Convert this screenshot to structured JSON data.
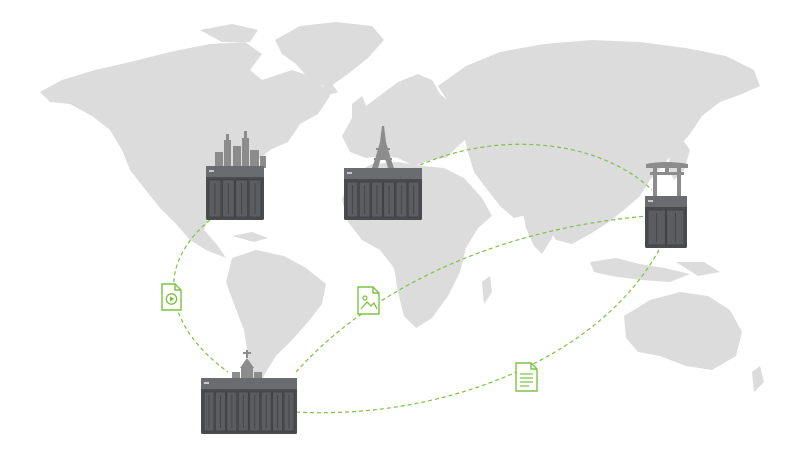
{
  "colors": {
    "background": "#ffffff",
    "land": "#dcdcdc",
    "link": "#7dc242",
    "nas_body": "#4a4b4d",
    "nas_bay": "#5c5d60",
    "nas_top": "#6b6c6f",
    "landmark": "#8c8c8c"
  },
  "sites": [
    {
      "name": "nas-north-america",
      "landmark": "skyscrapers-icon",
      "bays": 4
    },
    {
      "name": "nas-europe",
      "landmark": "eiffel-tower-icon",
      "bays": 6
    },
    {
      "name": "nas-east-asia",
      "landmark": "torii-gate-icon",
      "bays": 2
    },
    {
      "name": "nas-south-america",
      "landmark": "church-icon",
      "bays": 8
    }
  ],
  "file_icons": [
    "video-file-icon",
    "image-file-icon",
    "document-file-icon"
  ]
}
